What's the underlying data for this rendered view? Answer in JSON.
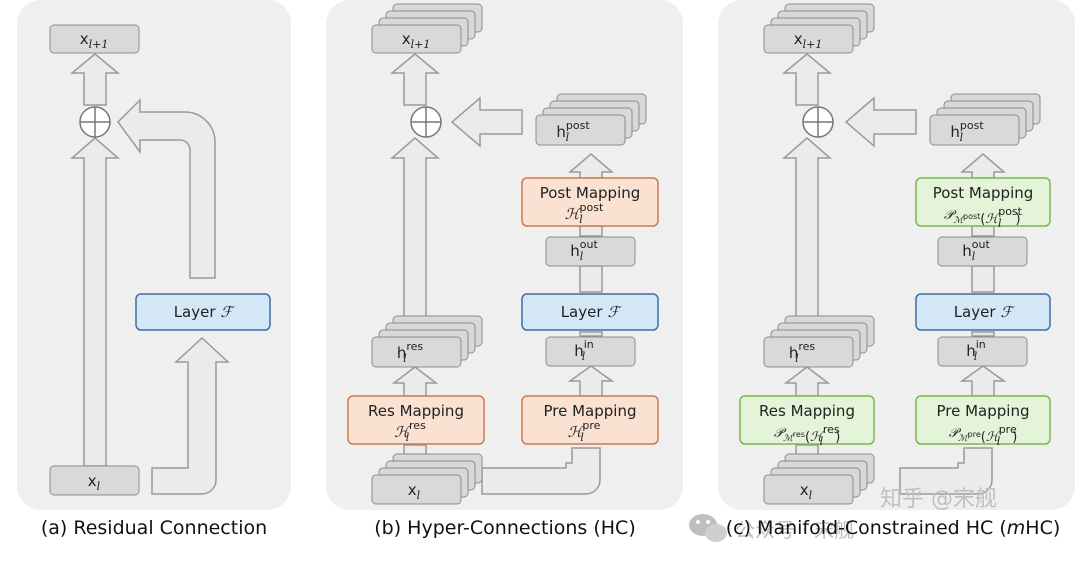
{
  "panels": [
    {
      "caption": "(a) Residual Connection",
      "x_out": {
        "base": "x",
        "sub": "l+1"
      },
      "x_in": {
        "base": "x",
        "sub": "l"
      },
      "layer": {
        "text": "Layer",
        "sym": "ℱ"
      }
    },
    {
      "caption": "(b) Hyper-Connections (HC)",
      "x_out": {
        "base": "x",
        "sub": "l+1"
      },
      "x_in": {
        "base": "x",
        "sub": "l"
      },
      "h_post": {
        "base": "h",
        "sub": "l",
        "sup": "post"
      },
      "post_map": {
        "title": "Post Mapping",
        "sym": "ℋ",
        "sub": "l",
        "sup": "post"
      },
      "h_out": {
        "base": "h",
        "sub": "l",
        "sup": "out"
      },
      "layer": {
        "text": "Layer",
        "sym": "ℱ"
      },
      "h_in": {
        "base": "h",
        "sub": "l",
        "sup": "in"
      },
      "pre_map": {
        "title": "Pre Mapping",
        "sym": "ℋ",
        "sub": "l",
        "sup": "pre"
      },
      "h_res": {
        "base": "h",
        "sub": "l",
        "sup": "res"
      },
      "res_map": {
        "title": "Res Mapping",
        "sym": "ℋ",
        "sub": "l",
        "sup": "res"
      }
    },
    {
      "caption_pre": "(c) Manifold-Constrained HC (",
      "caption_italic": "m",
      "caption_post": "HC)",
      "x_out": {
        "base": "x",
        "sub": "l+1"
      },
      "x_in": {
        "base": "x",
        "sub": "l"
      },
      "h_post": {
        "base": "h",
        "sub": "l",
        "sup": "post"
      },
      "post_map": {
        "title": "Post Mapping",
        "p": "𝒫",
        "m": "ℳ",
        "msup": "post",
        "sym": "ℋ",
        "sub": "l",
        "sup": "post"
      },
      "h_out": {
        "base": "h",
        "sub": "l",
        "sup": "out"
      },
      "layer": {
        "text": "Layer",
        "sym": "ℱ"
      },
      "h_in": {
        "base": "h",
        "sub": "l",
        "sup": "in"
      },
      "pre_map": {
        "title": "Pre Mapping",
        "p": "𝒫",
        "m": "ℳ",
        "msup": "pre",
        "sym": "ℋ",
        "sub": "l",
        "sup": "pre"
      },
      "h_res": {
        "base": "h",
        "sub": "l",
        "sup": "res"
      },
      "res_map": {
        "title": "Res Mapping",
        "p": "𝒫",
        "m": "ℳ",
        "msup": "res",
        "sym": "ℋ",
        "sub": "l",
        "sup": "res"
      }
    }
  ],
  "watermark": {
    "text1": "知乎 @宋舰",
    "text2": "公众号 · 宋舰"
  },
  "colors": {
    "panel_bg": "#efefef",
    "box_gray": "#d9d9d9",
    "box_gray_stroke": "#8c8c8c",
    "arrow_fill": "#ebebeb",
    "arrow_stroke": "#9a9a9a",
    "blue_fill": "#d3e7f7",
    "blue_stroke": "#3f6da3",
    "orange_fill": "#fae1d2",
    "orange_stroke": "#cc7a4e",
    "green_fill": "#e4f4d8",
    "green_stroke": "#76b94d"
  }
}
